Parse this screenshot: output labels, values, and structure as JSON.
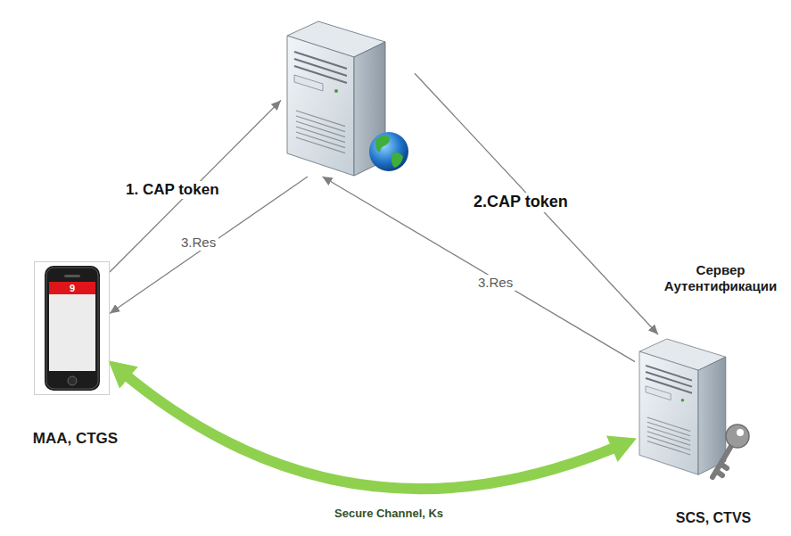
{
  "diagram": {
    "nodes": [
      {
        "text": [
          "MAA, CTGS"
        ]
      },
      {
        "text": []
      },
      {
        "text": [
          "Сервер Аутентификации",
          "SCS, CTVS"
        ]
      }
    ],
    "edges": [
      {
        "from": 0,
        "to": 1,
        "label": "1. CAP token",
        "arrow": "to"
      },
      {
        "from": 1,
        "to": 0,
        "label": "3.Res",
        "arrow": "to"
      },
      {
        "from": 1,
        "to": 2,
        "label": "2.CAP token",
        "arrow": "to"
      },
      {
        "from": 2,
        "to": 1,
        "label": "3.Res",
        "arrow": "to"
      },
      {
        "from": 2,
        "to": 0,
        "label": "Secure Channel, Ks",
        "arrow": "both"
      }
    ],
    "labels": [
      "9"
    ]
  }
}
